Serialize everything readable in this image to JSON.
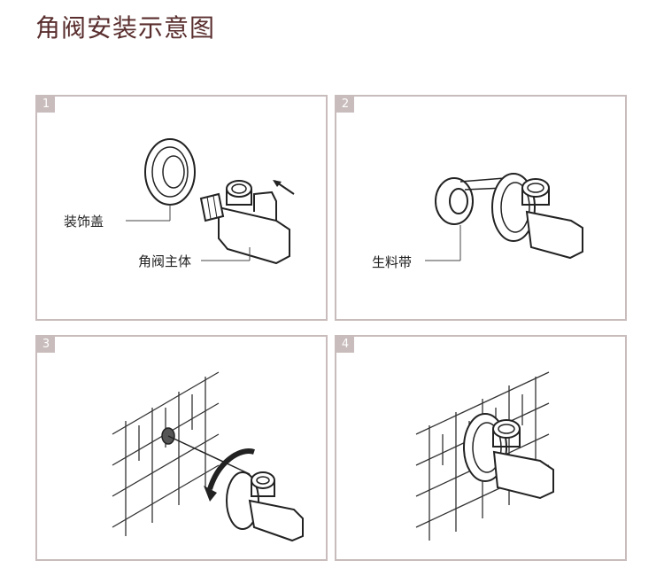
{
  "title": "角阀安装示意图",
  "steps": [
    {
      "number": "1",
      "labels": {
        "cover": "装饰盖",
        "body": "角阀主体"
      }
    },
    {
      "number": "2",
      "labels": {
        "tape": "生料带"
      }
    },
    {
      "number": "3"
    },
    {
      "number": "4"
    }
  ],
  "colors": {
    "title": "#5a2e2e",
    "frame": "#c9bcbc",
    "line": "#222222"
  }
}
